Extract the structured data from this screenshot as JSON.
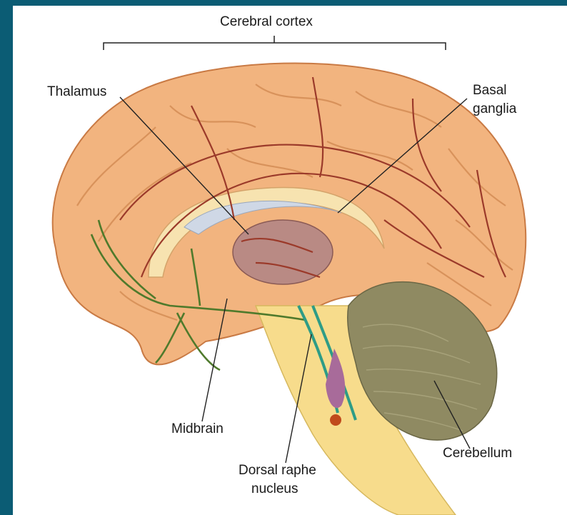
{
  "labels": {
    "cerebral_cortex": "Cerebral cortex",
    "thalamus": "Thalamus",
    "basal_ganglia_line1": "Basal",
    "basal_ganglia_line2": "ganglia",
    "midbrain": "Midbrain",
    "dorsal_raphe_line1": "Dorsal raphe",
    "dorsal_raphe_line2": "nucleus",
    "cerebellum": "Cerebellum"
  },
  "colors": {
    "frame_border": "#0b5c74",
    "background": "#ffffff",
    "cortex": "#f2b47f",
    "cortex_outline": "#c97a44",
    "vessels": "#9b3a2a",
    "pathway_green": "#4f7a2c",
    "serotonin_teal": "#2e9c86",
    "cerebellum": "#8f8a62",
    "brainstem": "#f7dc8c",
    "thalamus": "#b98a84"
  }
}
